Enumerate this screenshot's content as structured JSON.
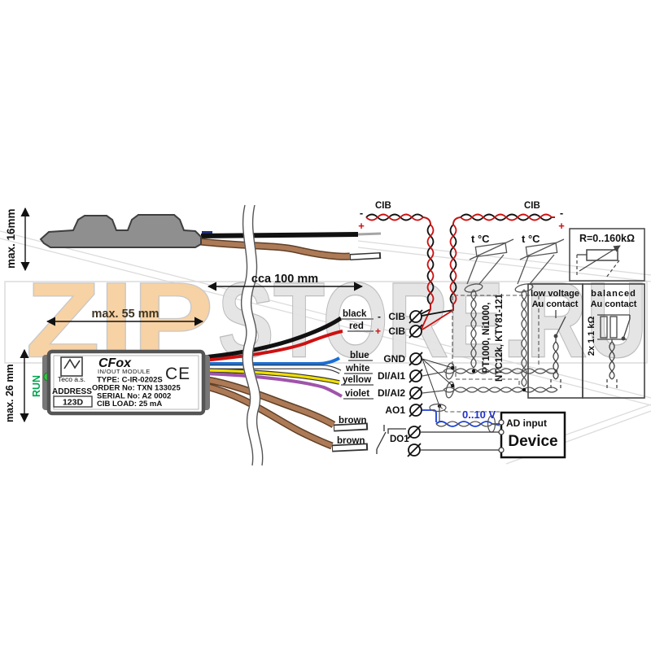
{
  "watermark": {
    "part1": "ZIP",
    "part2": "STORE.RU",
    "orange": "#f7d0a0",
    "gray": "#e4e4e4"
  },
  "dims": {
    "side_height": "max. 16mm",
    "cable_length": "cca 100 mm",
    "module_width": "max. 55 mm",
    "module_height": "max. 26 mm"
  },
  "module": {
    "run": "RUN",
    "brand": "Teco a.s.",
    "name": "CFox",
    "subtitle": "IN/OUT MODULE",
    "ce": "CE",
    "type": "TYPE: C-IR-0202S",
    "order": "ORDER No: TXN 133025",
    "serial": "SERIAL No: A2 0002",
    "load": "CIB LOAD: 25 mA",
    "address_label": "ADDRESS",
    "address_value": "123D"
  },
  "wires": {
    "black": {
      "label": "black",
      "color": "#111111"
    },
    "red": {
      "label": "red",
      "color": "#cc1111"
    },
    "blue": {
      "label": "blue",
      "color": "#1a6fd6"
    },
    "white": {
      "label": "white",
      "color": "#ffffff"
    },
    "yellow": {
      "label": "yellow",
      "color": "#f0df00"
    },
    "violet": {
      "label": "violet",
      "color": "#9f54aa"
    },
    "brown1": {
      "label": "brown",
      "color": "#ad7a57"
    },
    "brown2": {
      "label": "brown",
      "color": "#ad7a57"
    }
  },
  "bus": {
    "label": "CIB",
    "minus": "-",
    "plus": "+"
  },
  "terminals": {
    "minus_sign": "-",
    "plus_sign": "+",
    "cib": "CIB",
    "gnd": "GND",
    "di_ai1": "DI/AI1",
    "di_ai2": "DI/AI2",
    "ao1": "AO1",
    "do1": "DO1"
  },
  "sensors": {
    "t1": "t °C",
    "t2": "t °C",
    "types1": "PT1000, Ni1000,",
    "types2": "NTC12k, KTY81-121"
  },
  "boxes": {
    "resistor_range": "R=0..160kΩ",
    "low_voltage_line1": "low voltage",
    "low_voltage_line2": "Au contact",
    "balanced_line1": "balanced",
    "balanced_line2": "Au contact",
    "balanced_resistors": "2x 1.1 kΩ"
  },
  "device": {
    "signal_range": "0..10 V",
    "input_label": "AD input",
    "name": "Device"
  },
  "colors": {
    "accent_red": "#cc1111",
    "run_green": "#00a550",
    "signal_blue": "#2233cc",
    "wire_gray": "#555555"
  }
}
